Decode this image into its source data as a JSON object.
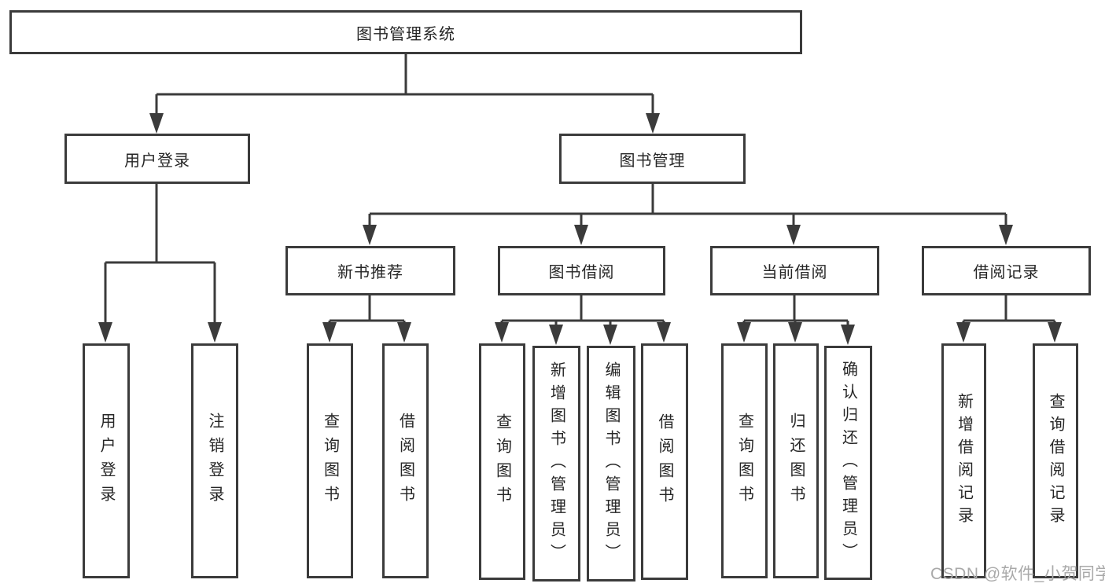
{
  "diagram": {
    "title": "图书管理系统",
    "nodes": {
      "root": "图书管理系统",
      "user_login": "用户登录",
      "book_management": "图书管理",
      "new_book_recommend": "新书推荐",
      "book_borrow": "图书借阅",
      "current_borrow": "当前借阅",
      "borrow_record": "借阅记录",
      "user_login_leaf": "用户登录",
      "logout_leaf": "注销登录",
      "rec_query_books": "查询图书",
      "rec_borrow_books": "借阅图书",
      "bb_query_books": "查询图书",
      "bb_add_books": "新增图书（管理员）",
      "bb_edit_books": "编辑图书（管理员）",
      "bb_borrow_books": "借阅图书",
      "cb_query_books": "查询图书",
      "cb_return_books": "归还图书",
      "cb_confirm_return": "确认归还（管理员）",
      "br_add_record": "新增借阅记录",
      "br_query_record": "查询借阅记录"
    },
    "structure": {
      "图书管理系统": {
        "用户登录": [
          "用户登录",
          "注销登录"
        ],
        "图书管理": {
          "新书推荐": [
            "查询图书",
            "借阅图书"
          ],
          "图书借阅": [
            "查询图书",
            "新增图书（管理员）",
            "编辑图书（管理员）",
            "借阅图书"
          ],
          "当前借阅": [
            "查询图书",
            "归还图书",
            "确认归还（管理员）"
          ],
          "借阅记录": [
            "新增借阅记录",
            "查询借阅记录"
          ]
        }
      }
    },
    "colors": {
      "line": "#3b3b3b",
      "text": "#262626",
      "background": "#ffffff",
      "watermark": "#a9a9a9"
    }
  },
  "watermark": {
    "text": "CSDN @软件_小贺同学"
  }
}
